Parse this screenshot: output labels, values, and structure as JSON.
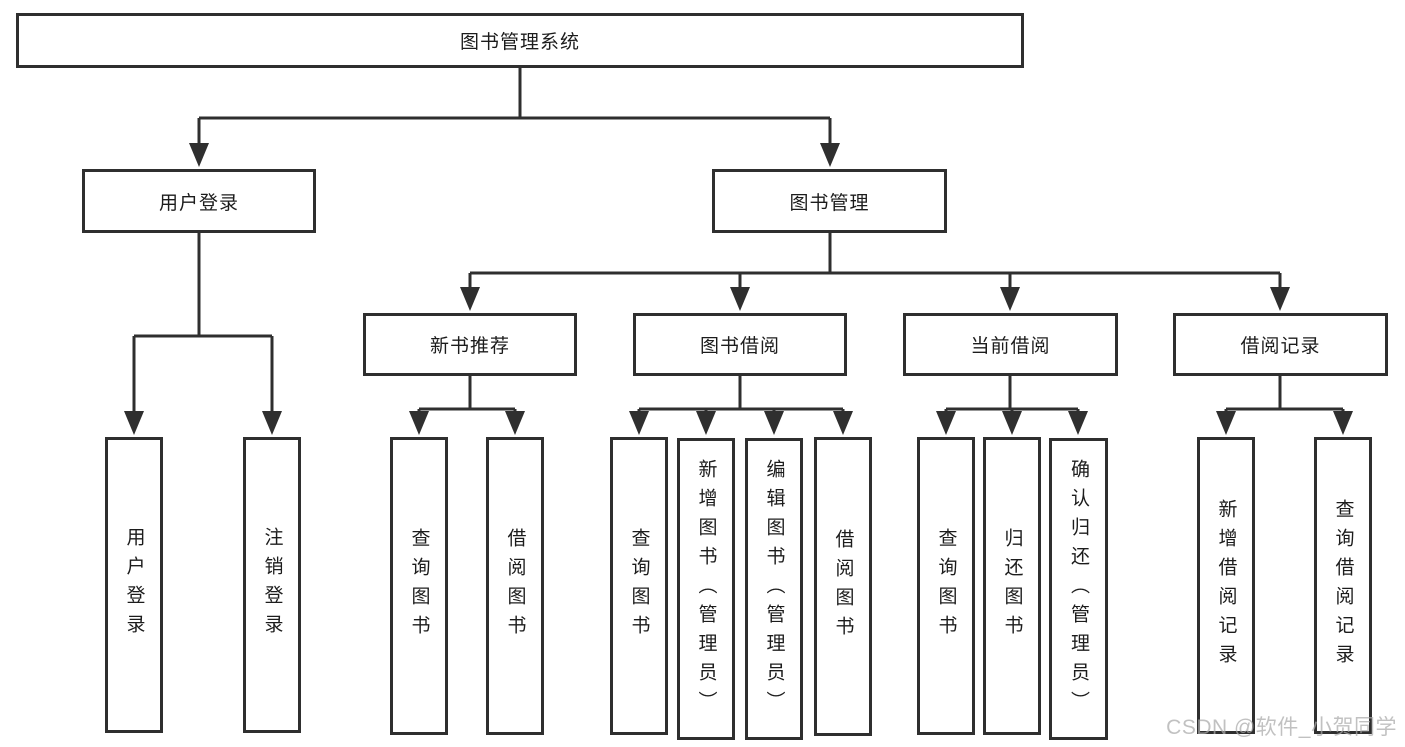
{
  "diagram": {
    "root": {
      "label": "图书管理系统"
    },
    "level2": [
      {
        "label": "用户登录"
      },
      {
        "label": "图书管理"
      }
    ],
    "level3": [
      {
        "label": "新书推荐"
      },
      {
        "label": "图书借阅"
      },
      {
        "label": "当前借阅"
      },
      {
        "label": "借阅记录"
      }
    ],
    "leaves": {
      "user_login": [
        {
          "label": "用户登录"
        },
        {
          "label": "注销登录"
        }
      ],
      "new_book_recommend": [
        {
          "label": "查询图书"
        },
        {
          "label": "借阅图书"
        }
      ],
      "book_borrow": [
        {
          "label": "查询图书"
        },
        {
          "label": "新增图书（管理员）"
        },
        {
          "label": "编辑图书（管理员）"
        },
        {
          "label": "借阅图书"
        }
      ],
      "current_borrow": [
        {
          "label": "查询图书"
        },
        {
          "label": "归还图书"
        },
        {
          "label": "确认归还（管理员）"
        }
      ],
      "borrow_record": [
        {
          "label": "新增借阅记录"
        },
        {
          "label": "查询借阅记录"
        }
      ]
    }
  },
  "watermark": "CSDN @软件_小贺同学",
  "colors": {
    "background": "#ffffff",
    "line": "#2f2f2f",
    "box_border": "#2f2f2f",
    "box_fill": "#ffffff",
    "text": "#1c1c1c",
    "watermark": "#aaaaaa"
  }
}
